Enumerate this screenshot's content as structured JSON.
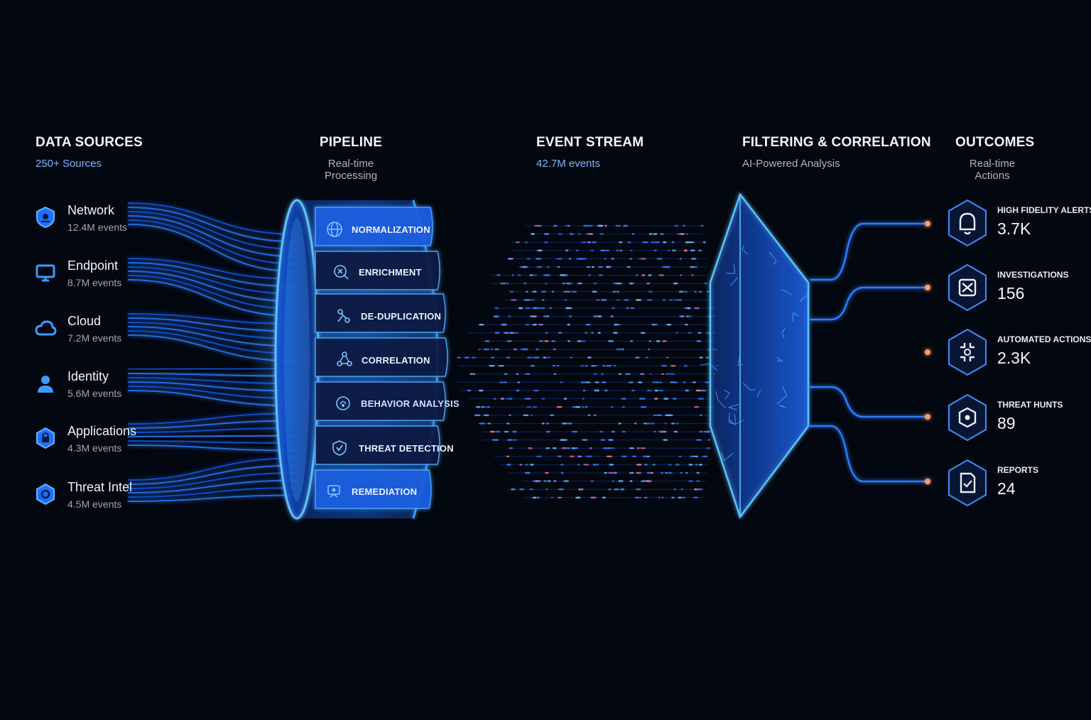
{
  "columns": {
    "data_sources": {
      "title": "DATA SOURCES",
      "subtitle": "250+ Sources"
    },
    "pipeline": {
      "title": "PIPELINE",
      "subtitle": "Real-time Processing"
    },
    "event_stream": {
      "title": "EVENT STREAM",
      "subtitle": "42.7M events"
    },
    "filtering": {
      "title": "FILTERING & CORRELATION",
      "subtitle": "AI-Powered Analysis"
    },
    "outcomes": {
      "title": "OUTCOMES",
      "subtitle": "Real-time Actions"
    }
  },
  "sources": [
    {
      "name": "Network",
      "count": "12.4M events",
      "icon": "network-shield-icon"
    },
    {
      "name": "Endpoint",
      "count": "8.7M events",
      "icon": "monitor-icon"
    },
    {
      "name": "Cloud",
      "count": "7.2M events",
      "icon": "cloud-icon"
    },
    {
      "name": "Identity",
      "count": "5.6M events",
      "icon": "user-icon"
    },
    {
      "name": "Applications",
      "count": "4.3M events",
      "icon": "app-lock-icon"
    },
    {
      "name": "Threat Intel",
      "count": "4.5M events",
      "icon": "threat-intel-icon"
    }
  ],
  "stages": [
    {
      "label": "NORMALIZATION",
      "icon": "globe-icon"
    },
    {
      "label": "ENRICHMENT",
      "icon": "enrich-icon"
    },
    {
      "label": "DE-DUPLICATION",
      "icon": "dedup-icon"
    },
    {
      "label": "CORRELATION",
      "icon": "correlation-icon"
    },
    {
      "label": "BEHAVIOR ANALYSIS",
      "icon": "behavior-icon"
    },
    {
      "label": "THREAT DETECTION",
      "icon": "shield-check-icon"
    },
    {
      "label": "REMEDIATION",
      "icon": "remediation-icon"
    }
  ],
  "outcomes": [
    {
      "label": "HIGH FIDELITY ALERTS",
      "value": "3.7K",
      "icon": "bell-icon"
    },
    {
      "label": "INVESTIGATIONS",
      "value": "156",
      "icon": "investigation-icon"
    },
    {
      "label": "AUTOMATED ACTIONS",
      "value": "2.3K",
      "icon": "automation-icon"
    },
    {
      "label": "THREAT HUNTS",
      "value": "89",
      "icon": "threat-hunt-icon"
    },
    {
      "label": "REPORTS",
      "value": "24",
      "icon": "report-icon"
    }
  ],
  "colors": {
    "background": "#03070f",
    "primary_blue": "#1e6bff",
    "glow_blue": "#3fa0ff",
    "cyan": "#7fd0ff",
    "endpoint_orange": "#ff9a6a",
    "particle_pink": "#c86cff"
  }
}
